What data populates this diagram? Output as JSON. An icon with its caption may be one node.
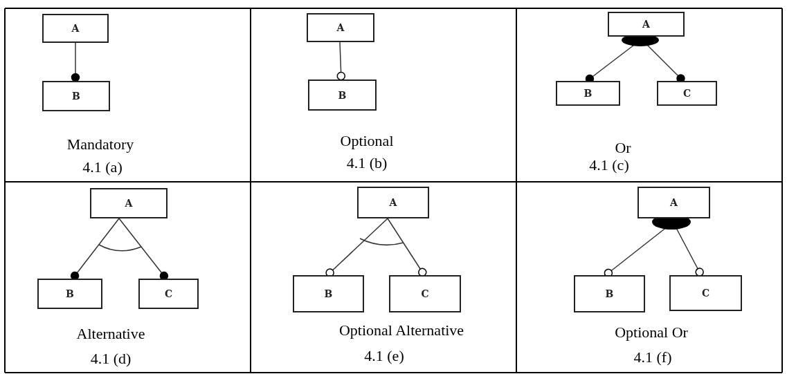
{
  "diagram": {
    "nodes": [
      {
        "text": [
          "A"
        ]
      },
      {
        "text": [
          "B"
        ]
      },
      {
        "text": [
          "A"
        ]
      },
      {
        "text": [
          "B"
        ]
      },
      {
        "text": [
          "A"
        ]
      },
      {
        "text": [
          "B"
        ]
      },
      {
        "text": [
          "C"
        ]
      },
      {
        "text": [
          "A"
        ]
      },
      {
        "text": [
          "B"
        ]
      },
      {
        "text": [
          "C"
        ]
      },
      {
        "text": [
          "A"
        ]
      },
      {
        "text": [
          "B"
        ]
      },
      {
        "text": [
          "C"
        ]
      },
      {
        "text": [
          "A"
        ]
      },
      {
        "text": [
          "B"
        ]
      },
      {
        "text": [
          "C"
        ]
      }
    ],
    "edges": [
      {
        "from": 0,
        "to": 1,
        "arrow": "other"
      },
      {
        "from": 2,
        "to": 3,
        "arrow": "other"
      },
      {
        "from": 4,
        "to": 5,
        "arrow": "other"
      },
      {
        "from": 4,
        "to": 6,
        "arrow": "other"
      },
      {
        "from": 7,
        "to": 8,
        "arrow": "other"
      },
      {
        "from": 7,
        "to": 9,
        "arrow": "other"
      },
      {
        "from": 10,
        "to": 11,
        "arrow": "other"
      },
      {
        "from": 10,
        "to": 12,
        "arrow": "other"
      },
      {
        "from": 13,
        "to": 14,
        "arrow": "other"
      },
      {
        "from": 13,
        "to": 15,
        "arrow": "other"
      }
    ],
    "labels": [
      "Mandatory",
      "4.1 (a)",
      "Optional",
      "4.1 (b)",
      "Or",
      "4.1 (c)",
      "Alternative",
      "4.1 (d)",
      "Optional Alternative",
      "4.1 (e)",
      "Optional Or",
      "4.1 (f)"
    ]
  }
}
